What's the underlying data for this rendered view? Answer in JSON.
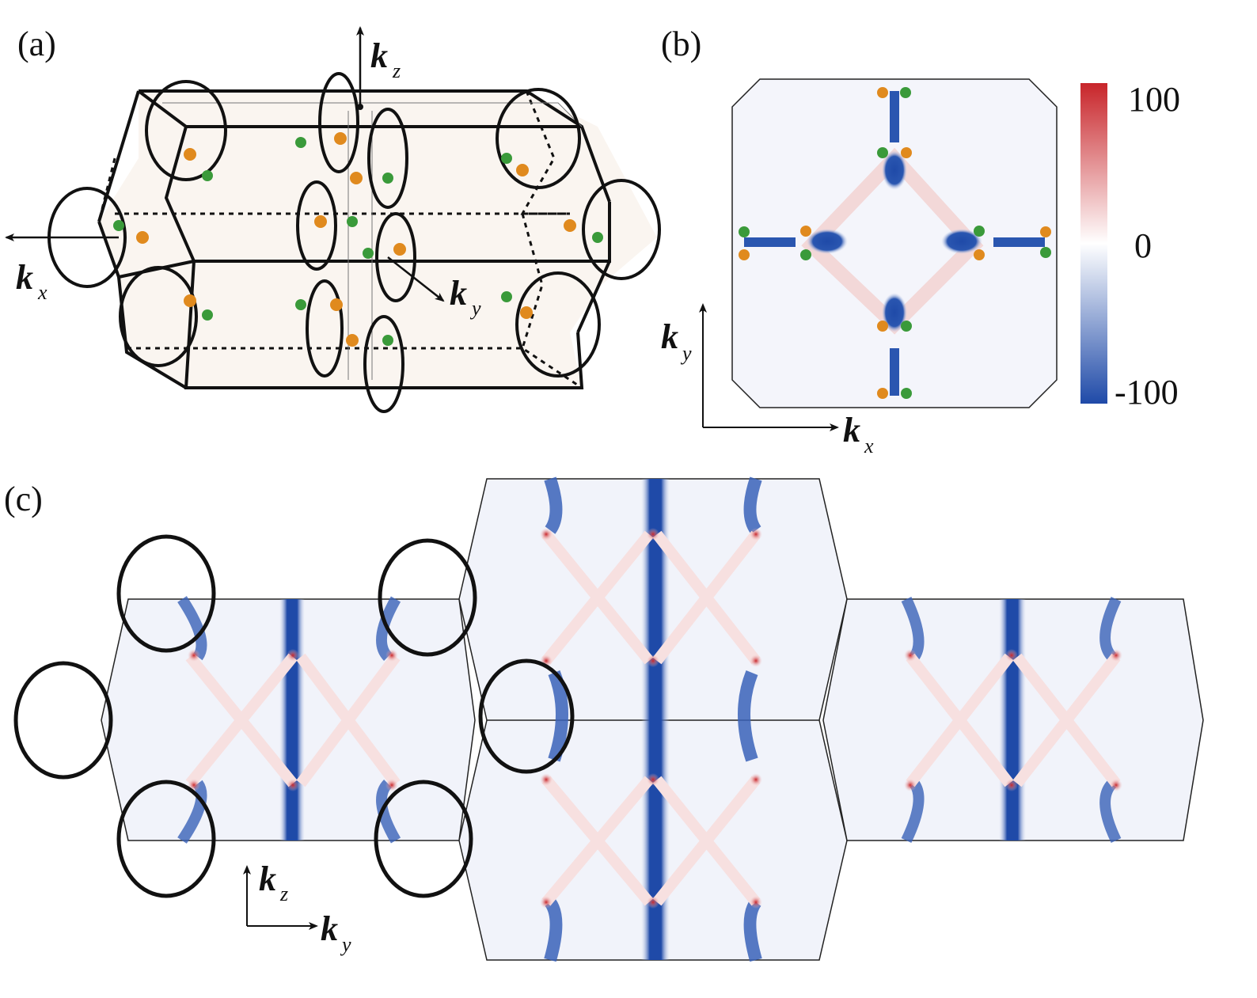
{
  "panels": {
    "a": {
      "label": "(a)"
    },
    "b": {
      "label": "(b)"
    },
    "c": {
      "label": "(c)"
    }
  },
  "axes": {
    "a": {
      "kx": "k",
      "kx_sub": "x",
      "ky": "k",
      "ky_sub": "y",
      "kz": "k",
      "kz_sub": "z"
    },
    "b": {
      "kx": "k",
      "kx_sub": "x",
      "ky": "k",
      "ky_sub": "y"
    },
    "c": {
      "ky": "k",
      "ky_sub": "y",
      "kz": "k",
      "kz_sub": "z"
    }
  },
  "colorbar": {
    "max_label": "100",
    "mid_label": "0",
    "min_label": "-100",
    "range": [
      -100,
      100
    ],
    "colors": {
      "high": "#c8252a",
      "mid": "#ffffff",
      "low": "#1f4aa8"
    }
  },
  "colors": {
    "source_marker": "#e08a1e",
    "sink_marker": "#3a9a3a",
    "outline": "#111111",
    "positive": "#c8252a",
    "negative": "#1f4aa8"
  }
}
